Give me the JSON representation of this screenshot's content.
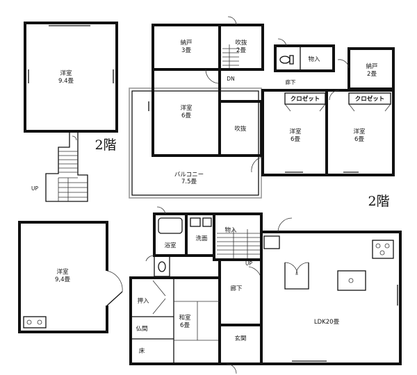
{
  "floor_labels": {
    "upper_left": "2階",
    "upper_right": "2階"
  },
  "annex_upper": {
    "room_name": "洋室",
    "room_size": "9.4畳",
    "stair_label": "UP"
  },
  "annex_lower": {
    "room_name": "洋室",
    "room_size": "9,4畳"
  },
  "second_floor": {
    "storage_1": {
      "name": "納戸",
      "size": "3畳"
    },
    "void_1": {
      "name": "吹抜",
      "size": "2畳"
    },
    "storage_closet": "物入",
    "storage_2": {
      "name": "納戸",
      "size": "2畳"
    },
    "dn_label": "DN",
    "hallway": "廊下",
    "room_west": {
      "name": "洋室",
      "size": "6畳"
    },
    "void_2": "吹抜",
    "closet_1": "クロゼット",
    "closet_2": "クロゼット",
    "room_center": {
      "name": "洋室",
      "size": "6畳"
    },
    "room_east": {
      "name": "洋室",
      "size": "6畳"
    },
    "balcony": {
      "name": "バルコニー",
      "size": "7.5畳"
    }
  },
  "first_floor": {
    "bathroom": "浴室",
    "washroom": "洗面",
    "storage": "物入",
    "up_label": "UP",
    "hallway": "廊下",
    "closet": "押入",
    "japanese_room": {
      "name": "和室",
      "size": "6畳"
    },
    "altar_room": "仏間",
    "alcove": "床",
    "entrance": "玄関",
    "ldk": "LDK20畳"
  }
}
